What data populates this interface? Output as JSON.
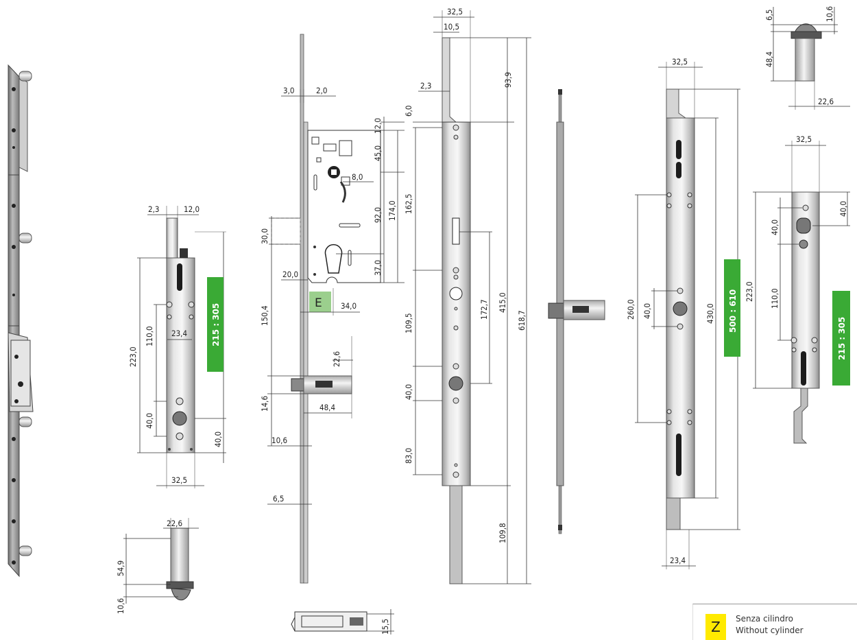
{
  "badges": {
    "left": "215 : 305",
    "middle": "500 : 610",
    "right": "215 : 305",
    "color": "#3aaa35"
  },
  "label_e": "E",
  "legend": {
    "letter": "Z",
    "line1": "Senza cilindro",
    "line2": "Without cylinder",
    "color": "#ffea00"
  },
  "dims": {
    "d1": "2,3",
    "d2": "12,0",
    "d3": "223,0",
    "d4": "110,0",
    "d5": "23,4",
    "d6": "40,0",
    "d7": "40,0",
    "d8": "32,5",
    "d9": "22,6",
    "d10": "54,9",
    "d11": "10,6",
    "m1": "3,0",
    "m2": "2,0",
    "m3": "12,0",
    "m4": "45,0",
    "m5": "8,0",
    "m6": "174,0",
    "m7": "92,0",
    "m8": "30,0",
    "m9": "37,0",
    "m10": "20,0",
    "m11": "34,0",
    "m12": "150,4",
    "m13": "22,6",
    "m14": "14,6",
    "m15": "48,4",
    "m16": "10,6",
    "m17": "6,5",
    "m18": "15,5",
    "c1": "32,5",
    "c2": "10,5",
    "c3": "2,3",
    "c4": "93,9",
    "c5": "6,0",
    "c6": "162,5",
    "c7": "109,5",
    "c8": "172,7",
    "c9": "415,0",
    "c10": "618,7",
    "c11": "40,0",
    "c12": "83,0",
    "c13": "109,8",
    "r1": "32,5",
    "r2": "260,0",
    "r3": "40,0",
    "r4": "430,0",
    "r5": "23,4",
    "t1": "6,5",
    "t2": "10,6",
    "t3": "48,4",
    "t4": "22,6",
    "s1": "32,5",
    "s2": "40,0",
    "s3": "40,0",
    "s4": "223,0",
    "s5": "110,0"
  }
}
